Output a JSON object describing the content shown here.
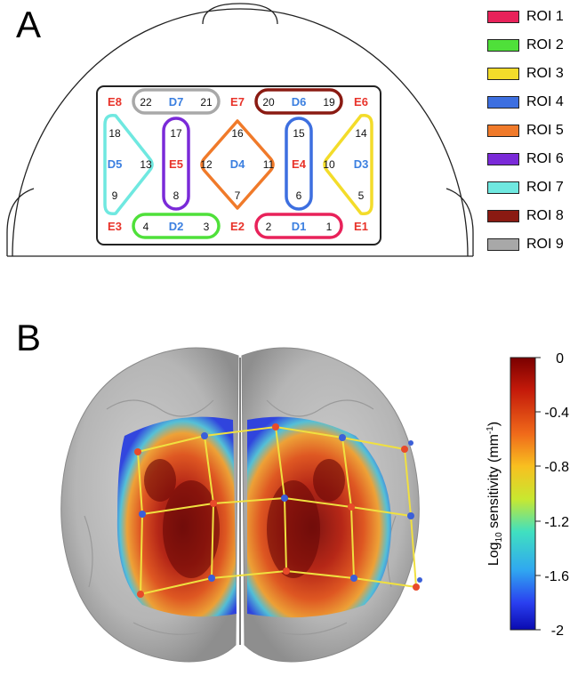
{
  "panel_a": {
    "label": "A",
    "emitters": {
      "e1": "E1",
      "e2": "E2",
      "e3": "E3",
      "e4": "E4",
      "e5": "E5",
      "e6": "E6",
      "e7": "E7",
      "e8": "E8"
    },
    "detectors": {
      "d1": "D1",
      "d2": "D2",
      "d3": "D3",
      "d4": "D4",
      "d5": "D5",
      "d6": "D6",
      "d7": "D7"
    },
    "channels": [
      "1",
      "2",
      "3",
      "4",
      "5",
      "6",
      "7",
      "8",
      "9",
      "10",
      "11",
      "12",
      "13",
      "14",
      "15",
      "16",
      "17",
      "18",
      "19",
      "20",
      "21",
      "22"
    ],
    "legend": [
      {
        "label": "ROI 1",
        "color": "#e8225a"
      },
      {
        "label": "ROI 2",
        "color": "#4fe03a"
      },
      {
        "label": "ROI 3",
        "color": "#f3dc2a"
      },
      {
        "label": "ROI 4",
        "color": "#3d6fe0"
      },
      {
        "label": "ROI 5",
        "color": "#f07a2a"
      },
      {
        "label": "ROI 6",
        "color": "#7a2ad8"
      },
      {
        "label": "ROI 7",
        "color": "#6fe8e0"
      },
      {
        "label": "ROI 8",
        "color": "#8a1a12"
      },
      {
        "label": "ROI 9",
        "color": "#a8a8a8"
      }
    ],
    "colors": {
      "emitter": "#e8332a",
      "detector": "#3b7fe0"
    }
  },
  "panel_b": {
    "label": "B",
    "colorbar": {
      "ticks": [
        "0",
        "-0.4",
        "-0.8",
        "-1.2",
        "-1.6",
        "-2"
      ],
      "axis_label_pre": "Log",
      "axis_label_sub": "10",
      "axis_label_post": " sensitivity (mm",
      "axis_label_sup": "-1",
      "axis_label_end": ")"
    }
  }
}
